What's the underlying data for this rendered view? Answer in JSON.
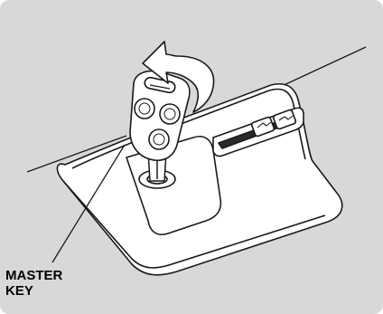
{
  "callout": {
    "line1": "MASTER",
    "line2": "KEY"
  },
  "icons": {
    "rotate_arrow": "curved-rotate-arrow",
    "key": "master-key",
    "switch": "valet-switch"
  },
  "colors": {
    "background": "#d8d8d8",
    "panel": "#ffffff",
    "outline": "#1a1a1a",
    "arrow": "#ffffff"
  }
}
